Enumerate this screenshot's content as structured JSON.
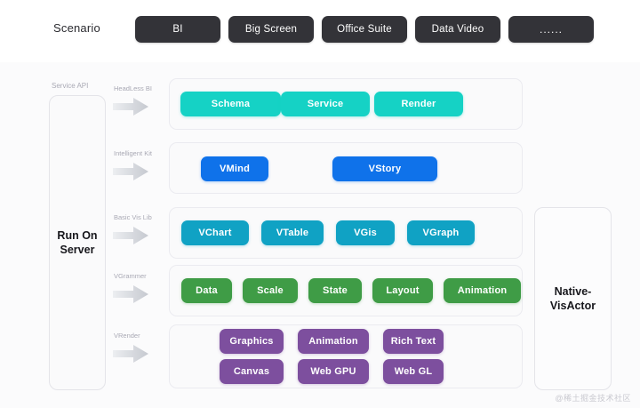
{
  "header": {
    "label": "Scenario",
    "pills": [
      {
        "label": "BI"
      },
      {
        "label": "Big Screen"
      },
      {
        "label": "Office Suite"
      },
      {
        "label": "Data Video"
      },
      {
        "label": "......"
      }
    ]
  },
  "left_column": {
    "top_label": "Service API",
    "title": "Run On\nServer"
  },
  "right_column": {
    "title": "Native-\nVisActor"
  },
  "layers": [
    {
      "arrow_label": "HeadLess BI",
      "color": "#15d2c5",
      "rows": [
        [
          {
            "label": "Schema"
          },
          {
            "label": "Service"
          },
          {
            "label": "Render"
          }
        ]
      ]
    },
    {
      "arrow_label": "Intelligent Kit",
      "color": "#0f72ea",
      "rows": [
        [
          {
            "label": "VMind"
          },
          {
            "label": "VStory"
          }
        ]
      ]
    },
    {
      "arrow_label": "Basic Vis Lib",
      "color": "#10a2c4",
      "rows": [
        [
          {
            "label": "VChart"
          },
          {
            "label": "VTable"
          },
          {
            "label": "VGis"
          },
          {
            "label": "VGraph"
          }
        ]
      ]
    },
    {
      "arrow_label": "VGrammer",
      "color": "#3f9c46",
      "rows": [
        [
          {
            "label": "Data"
          },
          {
            "label": "Scale"
          },
          {
            "label": "State"
          },
          {
            "label": "Layout"
          },
          {
            "label": "Animation"
          }
        ]
      ]
    },
    {
      "arrow_label": "VRender",
      "color": "#7d4f9e",
      "rows": [
        [
          {
            "label": "Graphics"
          },
          {
            "label": "Animation"
          },
          {
            "label": "Rich Text"
          }
        ],
        [
          {
            "label": "Canvas"
          },
          {
            "label": "Web GPU"
          },
          {
            "label": "Web GL"
          }
        ]
      ]
    }
  ],
  "watermark": "@稀土掘金技术社区"
}
